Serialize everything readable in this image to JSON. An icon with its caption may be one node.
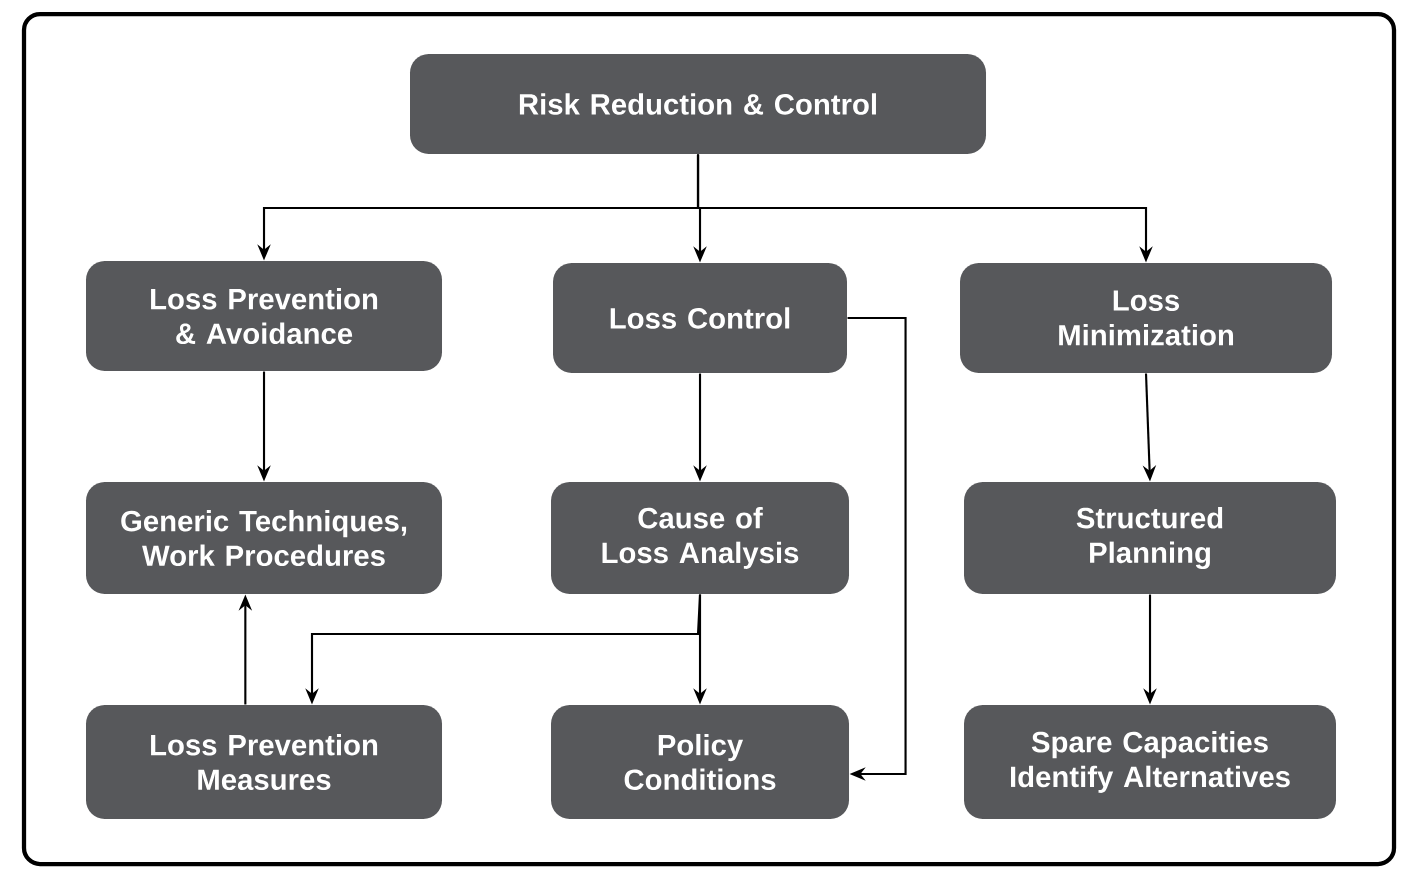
{
  "diagram": {
    "nodes": [
      {
        "text": [
          "Risk Reduction & Control"
        ]
      },
      {
        "text": [
          "Loss Prevention & Avoidance"
        ]
      },
      {
        "text": [
          "Loss Control"
        ]
      },
      {
        "text": [
          "Loss Minimization"
        ]
      },
      {
        "text": [
          "Generic Techniques, Work Procedures"
        ]
      },
      {
        "text": [
          "Cause of Loss Analysis"
        ]
      },
      {
        "text": [
          "Structured Planning"
        ]
      },
      {
        "text": [
          "Loss Prevention Measures"
        ]
      },
      {
        "text": [
          "Policy Conditions"
        ]
      },
      {
        "text": [
          "Spare Capacities Identify Alternatives"
        ]
      }
    ],
    "edges": [
      {
        "from": 0,
        "to": 1,
        "arrow": "to"
      },
      {
        "from": 0,
        "to": 2,
        "arrow": "to"
      },
      {
        "from": 0,
        "to": 3,
        "arrow": "to"
      },
      {
        "from": 1,
        "to": 4,
        "arrow": "to"
      },
      {
        "from": 2,
        "to": 5,
        "arrow": "to"
      },
      {
        "from": 3,
        "to": 6,
        "arrow": "to"
      },
      {
        "from": 5,
        "to": 8,
        "arrow": "to"
      },
      {
        "from": 5,
        "to": 7,
        "arrow": "to"
      },
      {
        "from": 7,
        "to": 4,
        "arrow": "to"
      },
      {
        "from": 2,
        "to": 8,
        "arrow": "to"
      },
      {
        "from": 6,
        "to": 9,
        "arrow": "to"
      }
    ]
  }
}
